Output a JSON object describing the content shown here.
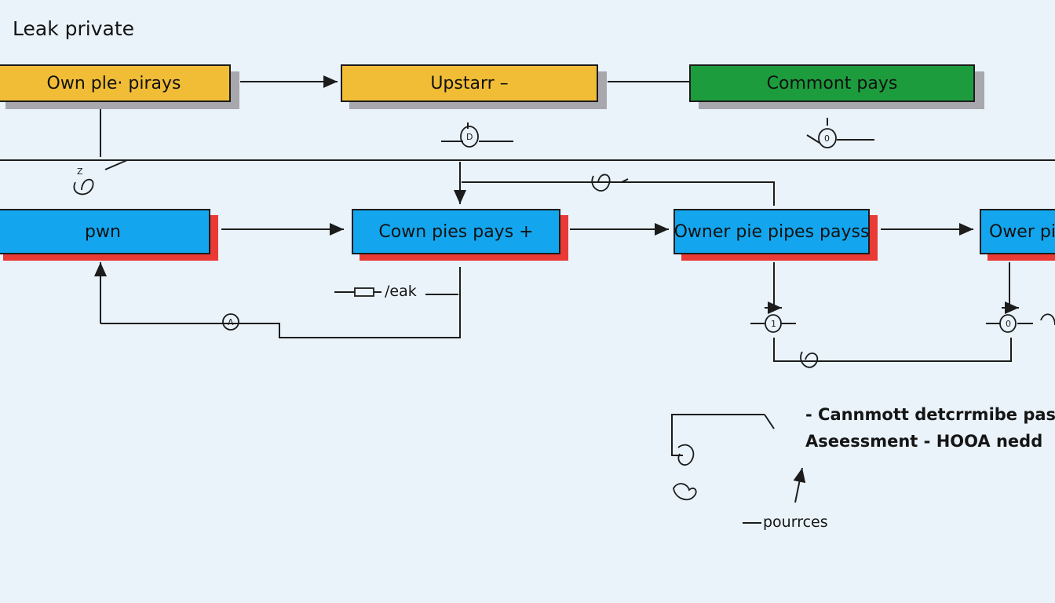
{
  "title": "Leak private",
  "nodes": {
    "own_ple_pirays": "Own ple· pirays",
    "upstarr": "Upstarr –",
    "commont_pays": "Commont pays",
    "pwn": "pwn",
    "cown_pies_pays": "Cown pies pays  +",
    "owner_pie_pipes_payss": "Owner pie pipes payss",
    "owner_pi": "Ower pi"
  },
  "labels": {
    "leak": "/eak",
    "cannot_determine": "- Cannmott detcrrmibe pas",
    "assessment": "Aseessment - HOOA nedd",
    "pourrces": "pourrces"
  },
  "colors": {
    "yellow": "#f1bd37",
    "green": "#1d9c3e",
    "blue": "#13a6ee",
    "red_shadow": "#ea3a36",
    "grey_shadow": "#a7a7ad",
    "background": "#eaf3fa"
  }
}
